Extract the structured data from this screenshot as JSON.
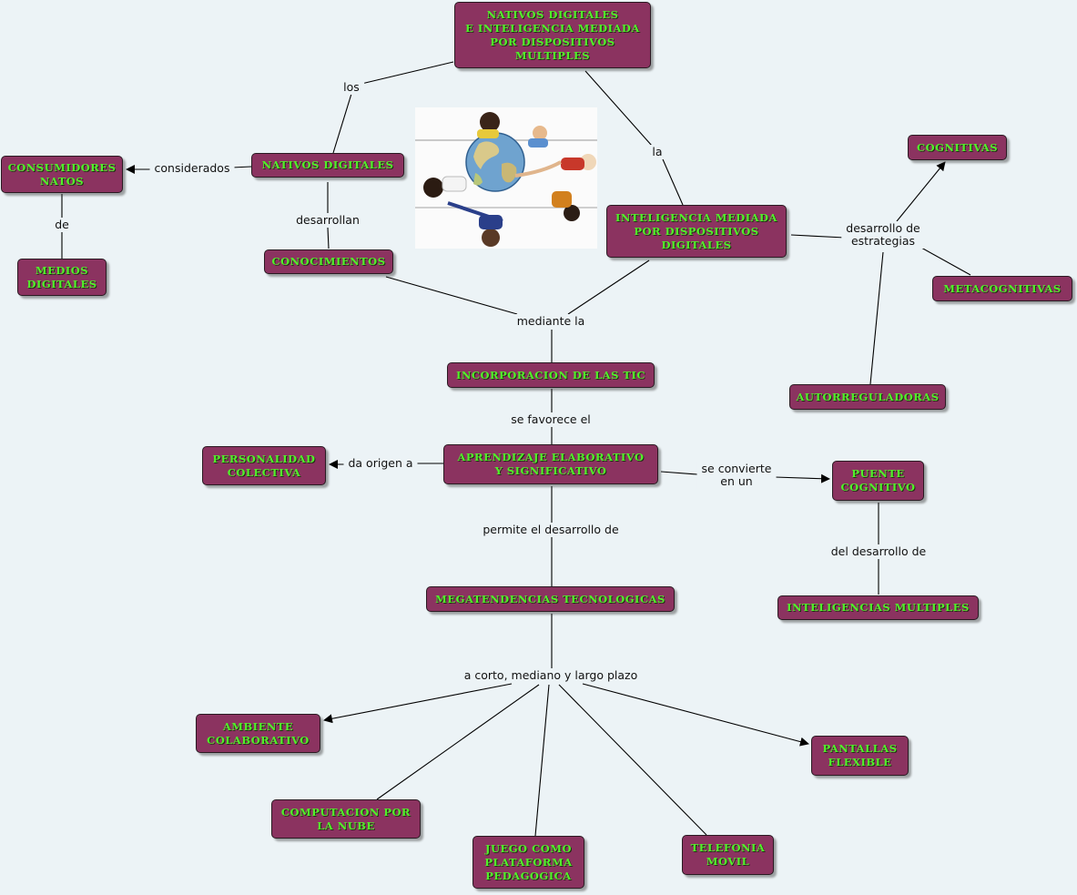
{
  "nodes": {
    "main": "NATIVOS DIGITALES\nE INTELIGENCIA MEDIADA\nPOR DISPOSITIVOS\nMULTIPLES",
    "nativos": "NATIVOS DIGITALES",
    "consumidores": "CONSUMIDORES\nNATOS",
    "medios": "MEDIOS\nDIGITALES",
    "conocimientos": "CONOCIMIENTOS",
    "inteligencia": "INTELIGENCIA MEDIADA\nPOR DISPOSITIVOS\nDIGITALES",
    "cognitivas": "COGNITIVAS",
    "metacognitivas": "METACOGNITIVAS",
    "autorreguladoras": "AUTORREGULADORAS",
    "incorporacion": "INCORPORACION DE LAS TIC",
    "aprendizaje": "APRENDIZAJE ELABORATIVO\nY SIGNIFICATIVO",
    "personalidad": "PERSONALIDAD\nCOLECTIVA",
    "puente": "PUENTE\nCOGNITIVO",
    "inteligencias_multiples": "INTELIGENCIAS MULTIPLES",
    "megatendencias": "MEGATENDENCIAS TECNOLOGICAS",
    "ambiente": "AMBIENTE\nCOLABORATIVO",
    "computacion": "COMPUTACION POR\nLA NUBE",
    "juego": "JUEGO COMO\nPLATAFORMA\nPEDAGOGICA",
    "telefonia": "TELEFONIA\nMOVIL",
    "pantallas": "PANTALLAS\nFLEXIBLE"
  },
  "linking_phrases": {
    "los": "los",
    "la": "la",
    "considerados": "considerados",
    "de": "de",
    "desarrollan": "desarrollan",
    "desarrollo_estrategias": "desarrollo de\nestrategias",
    "mediante": "mediante la",
    "favorece": "se favorece  el",
    "origen": "da origen a",
    "convierte": "se convierte\nen un",
    "del_desarrollo": "del desarrollo de",
    "permite": "permite el desarrollo de",
    "plazo": "a corto, mediano y largo plazo"
  },
  "image": {
    "subject": "children-around-globe"
  },
  "colors": {
    "background": "#ecf3f6",
    "node_fill": "#8b3360",
    "node_text": "#52f02a",
    "line": "#000000"
  }
}
